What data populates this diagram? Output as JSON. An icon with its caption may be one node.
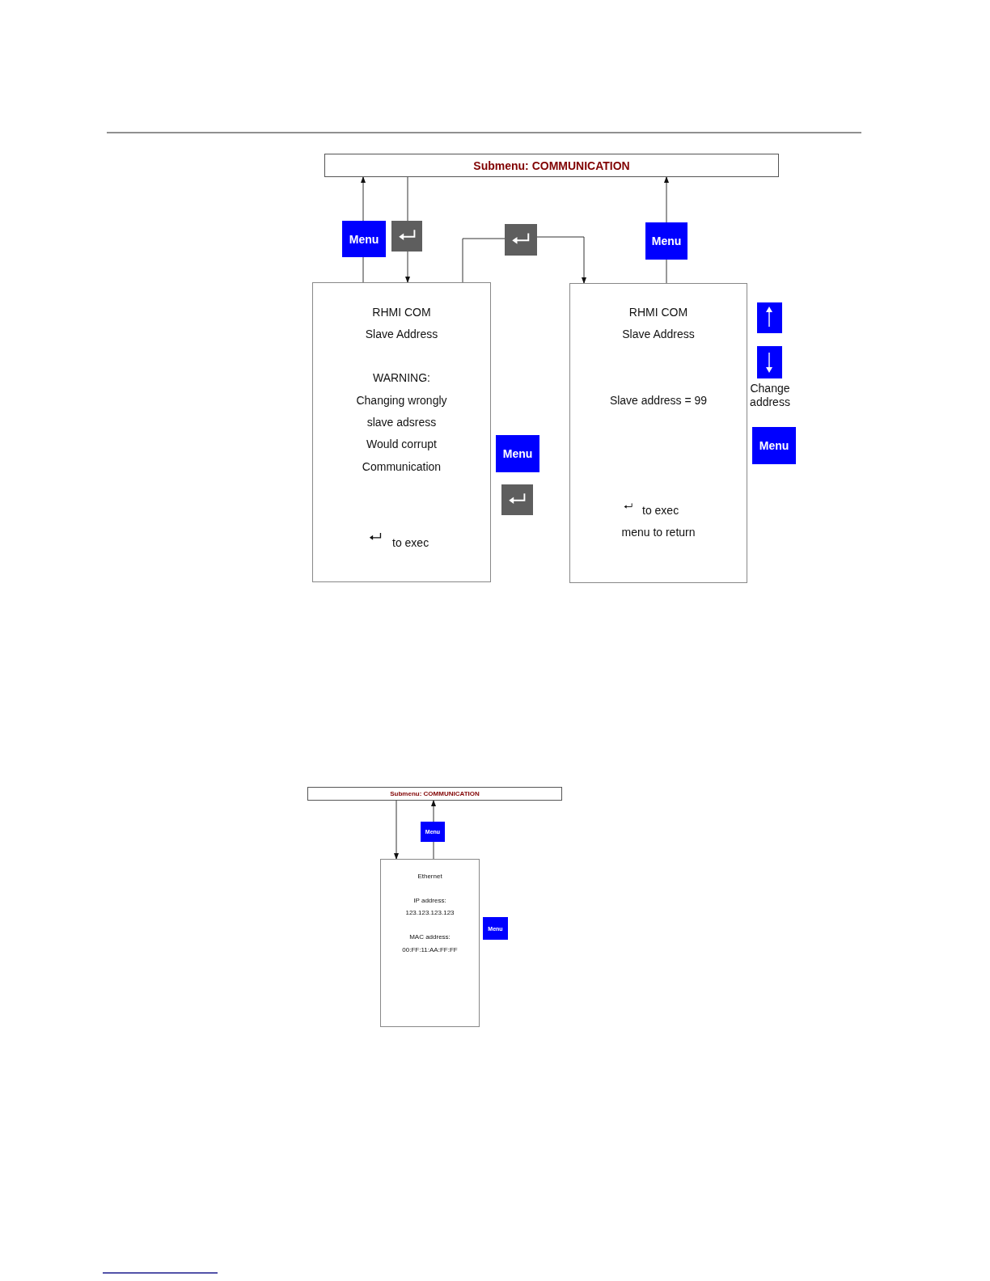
{
  "diagram": {
    "nodes": [
      {
        "text": [
          "Submenu: COMMUNICATION"
        ]
      },
      {
        "text": [
          "Menu"
        ]
      },
      {
        "text": [],
        "shape": "box"
      },
      {
        "text": [],
        "shape": "box"
      },
      {
        "text": [
          "Menu"
        ]
      },
      {
        "text": [
          "RHMI COM",
          "Slave Address",
          "WARNING:",
          "Changing wrongly",
          "slave adsress",
          "Would corrupt",
          "Communication",
          "to exec"
        ]
      },
      {
        "text": [
          "RHMI COM",
          "Slave Address",
          "Slave address = 99",
          "to exec",
          "menu to return"
        ]
      },
      {
        "text": [
          "Menu"
        ]
      },
      {
        "text": [],
        "shape": "box"
      },
      {
        "text": [],
        "shape": "box"
      },
      {
        "text": [],
        "shape": "box"
      },
      {
        "text": [
          "Menu"
        ]
      },
      {
        "text": [
          "Submenu: COMMUNICATION"
        ]
      },
      {
        "text": [
          "Menu"
        ]
      },
      {
        "text": [
          "Ethernet",
          "IP address:",
          "123.123.123.123",
          "MAC address:",
          "00:FF:11:AA:FF:FF"
        ]
      },
      {
        "text": [
          "Menu"
        ]
      }
    ],
    "edges": [
      {
        "from": 5,
        "to": 1,
        "arrow": "none"
      },
      {
        "from": 1,
        "to": 0,
        "arrow": "to"
      },
      {
        "from": 0,
        "to": 2,
        "arrow": "none"
      },
      {
        "from": 2,
        "to": 5,
        "arrow": "to"
      },
      {
        "from": 5,
        "to": 3,
        "arrow": "none"
      },
      {
        "from": 3,
        "to": 6,
        "arrow": "to"
      },
      {
        "from": 6,
        "to": 4,
        "arrow": "none"
      },
      {
        "from": 4,
        "to": 0,
        "arrow": "to"
      },
      {
        "from": 12,
        "to": 14,
        "arrow": "to"
      },
      {
        "from": 14,
        "to": 13,
        "arrow": "none"
      },
      {
        "from": 13,
        "to": 12,
        "arrow": "to"
      }
    ],
    "labels": [
      "Change address"
    ]
  }
}
